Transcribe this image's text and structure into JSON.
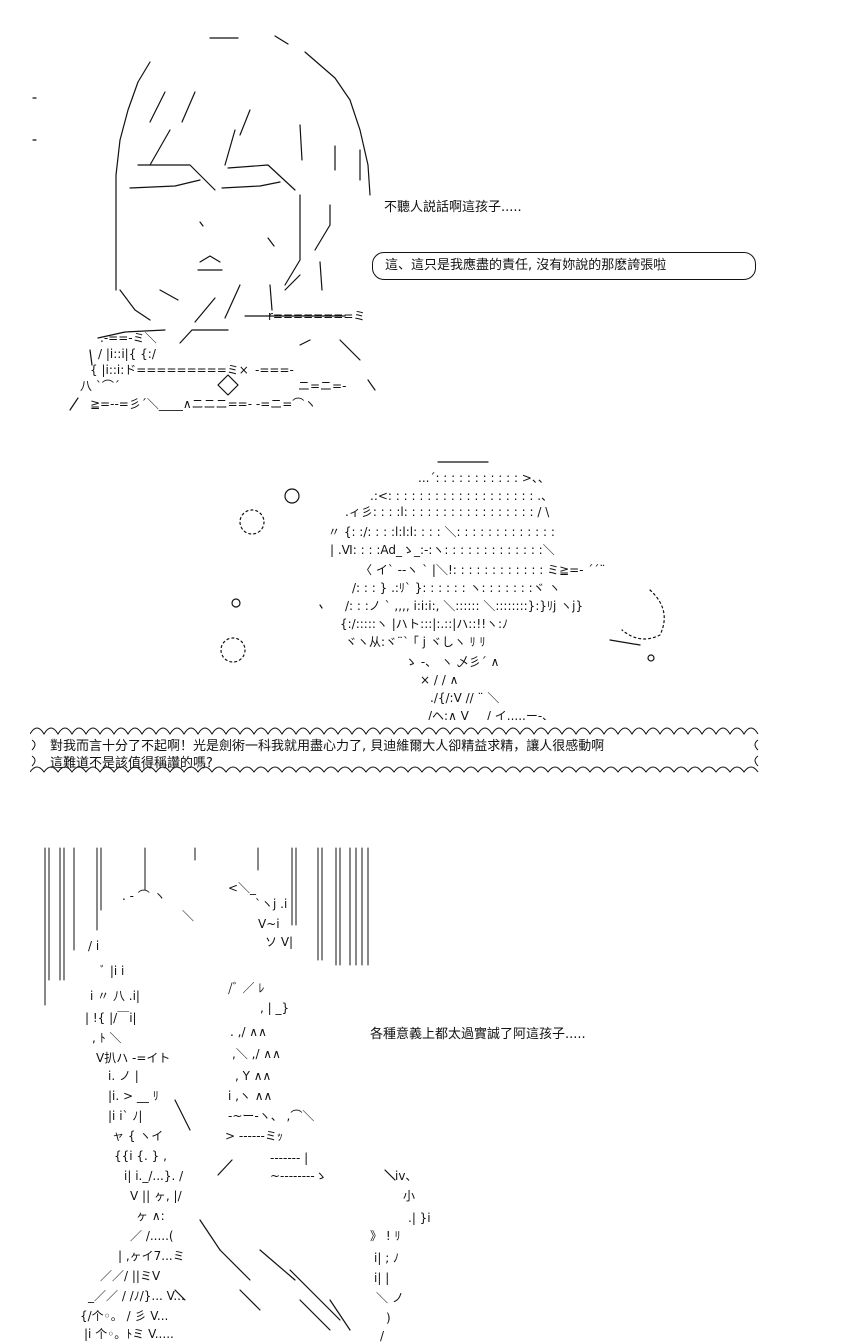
{
  "panel_1": {
    "thought_caption": "不聽人説話啊這孩子.....",
    "speech_bubble": "這、這只是我應盡的責任, 沒有妳說的那麽誇張啦"
  },
  "panel_2": {
    "caption_line_1": "對我而言十分了不起啊！光是劍術一科我就用盡心力了, 貝迪維爾大人卻精益求精，讓人很感動啊",
    "caption_line_2": "這難道不是該值得稱讚的嗎?"
  },
  "panel_3": {
    "thought_caption": "各種意義上都太過實誠了阿這孩子....."
  },
  "colors": {
    "ink": "#111111",
    "paper": "#ffffff"
  }
}
